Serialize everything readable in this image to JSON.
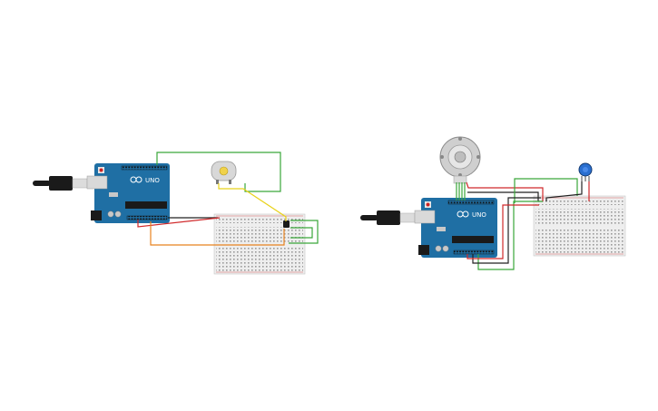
{
  "circuits": [
    {
      "id": "circuit-1",
      "board_label": "UNO",
      "components": [
        "arduino-uno",
        "usb-cable",
        "breadboard",
        "dc-motor",
        "transistor"
      ]
    },
    {
      "id": "circuit-2",
      "board_label": "UNO",
      "components": [
        "arduino-uno",
        "usb-cable",
        "breadboard",
        "stepper-motor",
        "potentiometer"
      ]
    }
  ],
  "wire_colors": {
    "green": "#3aa63a",
    "red": "#d0282a",
    "black": "#222222",
    "orange": "#e8821e",
    "yellow": "#e8d21a",
    "blue": "#2a6fd0"
  },
  "arduino_color": "#1f6fa4",
  "breadboard_color": "#eeeeee"
}
